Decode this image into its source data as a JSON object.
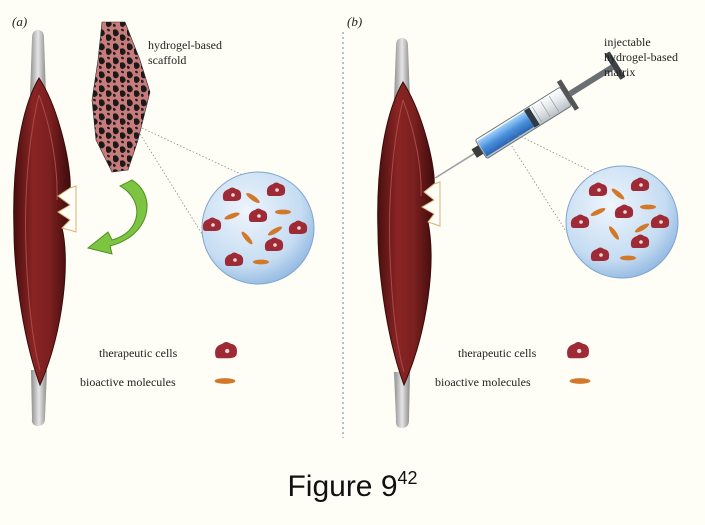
{
  "panel_a": {
    "label": "(a)",
    "scaffold_label_line1": "hydrogel-based",
    "scaffold_label_line2": "scaffold",
    "legend_cells": "therapeutic cells",
    "legend_molecules": "bioactive molecules"
  },
  "panel_b": {
    "label": "(b)",
    "matrix_label_line1": "injectable",
    "matrix_label_line2": "hydrogel-based",
    "matrix_label_line3": "matrix",
    "legend_cells": "therapeutic cells",
    "legend_molecules": "bioactive molecules"
  },
  "caption": {
    "text": "Figure 9",
    "superscript": "42"
  },
  "colors": {
    "muscle": "#7a1f1f",
    "tendon": "#b8b8b8",
    "scaffold": "#c97a7a",
    "arrow": "#7cc442",
    "circle": "#bcd6ee",
    "cell": "#9e2a36",
    "molecule": "#d2782a",
    "syringe_fluid": "#5aa0e0"
  }
}
